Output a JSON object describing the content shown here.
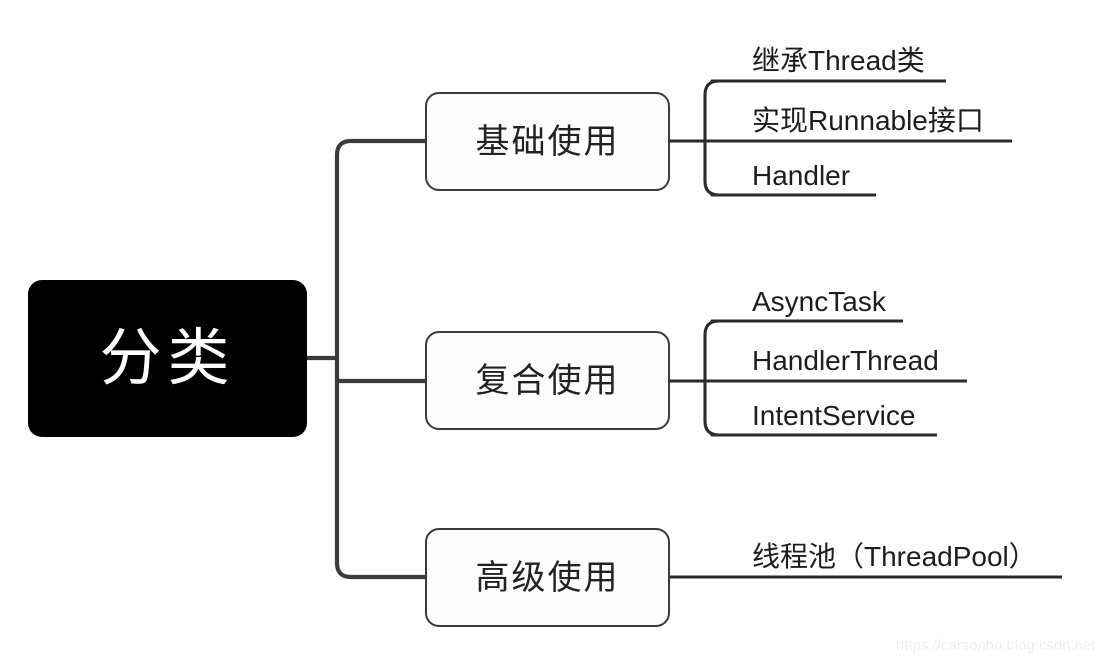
{
  "diagram": {
    "type": "mind-map",
    "background_color": "#ffffff",
    "root": {
      "label": "分类",
      "fill_color": "#000000",
      "text_color": "#ffffff"
    },
    "branches": [
      {
        "label": "基础使用",
        "leaves": [
          {
            "label": "继承Thread类"
          },
          {
            "label": "实现Runnable接口"
          },
          {
            "label": "Handler"
          }
        ]
      },
      {
        "label": "复合使用",
        "leaves": [
          {
            "label": "AsyncTask"
          },
          {
            "label": "HandlerThread"
          },
          {
            "label": "IntentService"
          }
        ]
      },
      {
        "label": "高级使用",
        "leaves": [
          {
            "label": "线程池（ThreadPool）"
          }
        ]
      }
    ],
    "node_border_color": "#3b3b3b",
    "connector_color": "#3b3b3b"
  },
  "watermark": {
    "text": "https://carsonho.blog.csdn.net"
  }
}
